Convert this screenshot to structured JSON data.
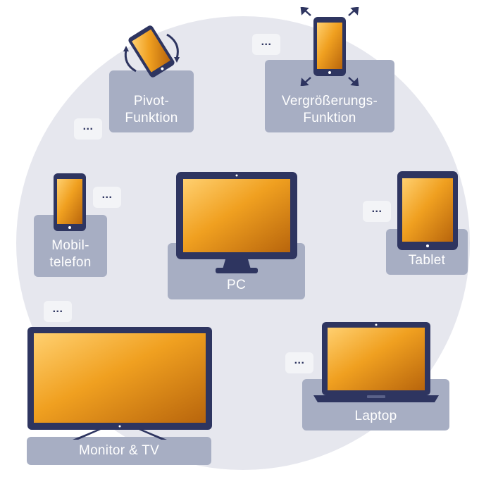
{
  "colors": {
    "background_circle": "#e6e7ee",
    "label_box": "#a7aec3",
    "label_text": "#ffffff",
    "device_frame": "#2e3560",
    "dots_bubble": "#f3f4f7",
    "screen_warm": "#f0a020"
  },
  "more_indicator": "...",
  "devices": {
    "pivot": {
      "label_line1": "Pivot-",
      "label_line2": "Funktion",
      "icon": "rotating-phone-icon"
    },
    "zoom": {
      "label_line1": "Vergrößerungs-",
      "label_line2": "Funktion",
      "icon": "expand-phone-icon"
    },
    "mobile": {
      "label_line1": "Mobil-",
      "label_line2": "telefon",
      "icon": "smartphone-icon"
    },
    "pc": {
      "label": "PC",
      "icon": "desktop-monitor-icon"
    },
    "tablet": {
      "label": "Tablet",
      "icon": "tablet-icon"
    },
    "monitor_tv": {
      "label": "Monitor & TV",
      "icon": "tv-icon"
    },
    "laptop": {
      "label": "Laptop",
      "icon": "laptop-icon"
    }
  }
}
